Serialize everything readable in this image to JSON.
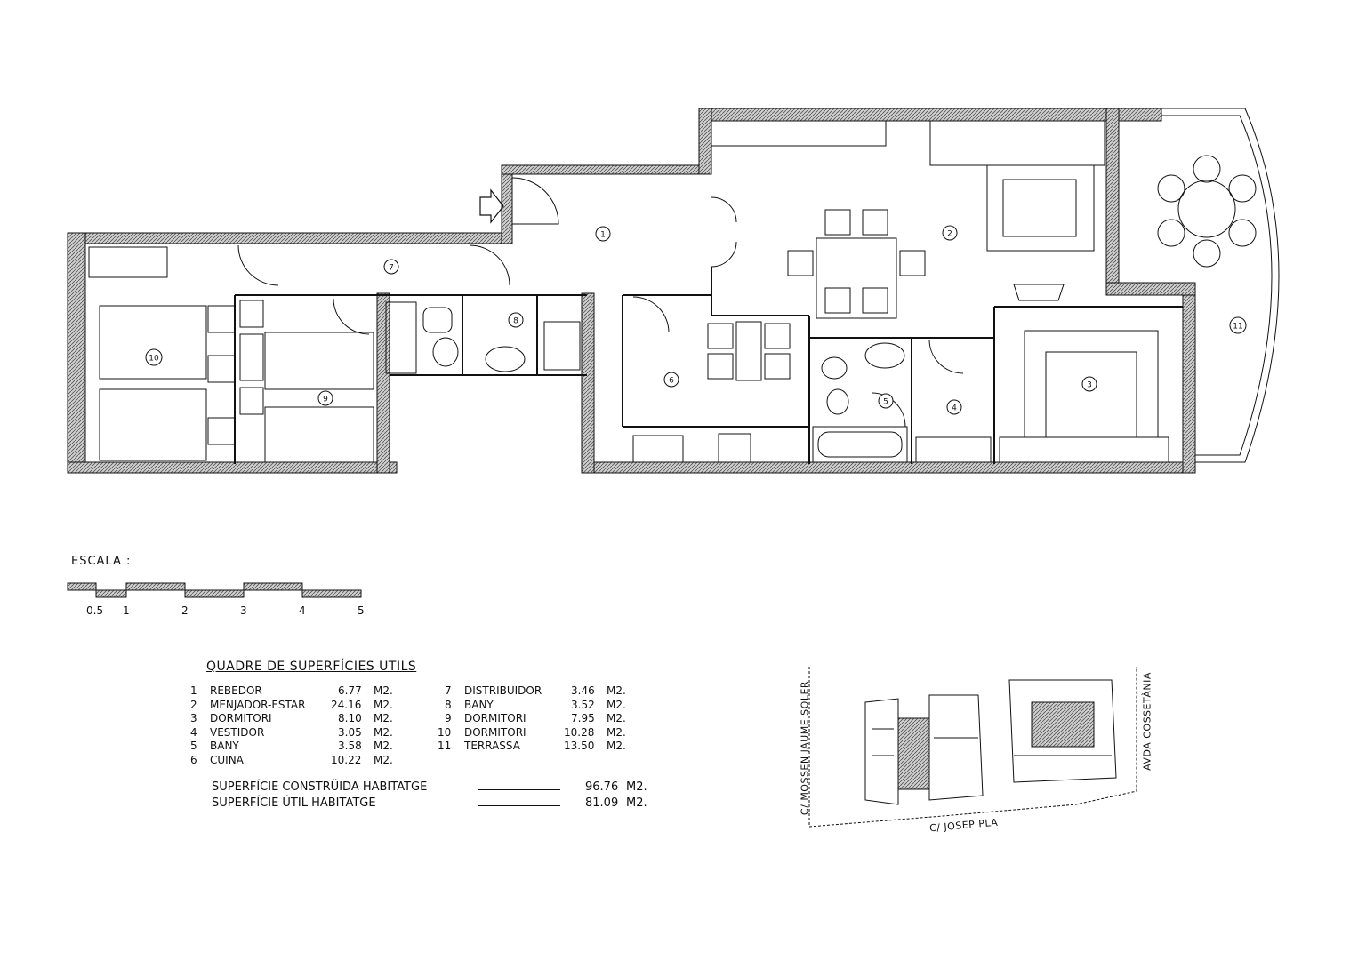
{
  "rooms_on_plan": [
    {
      "n": "1"
    },
    {
      "n": "2"
    },
    {
      "n": "3"
    },
    {
      "n": "4"
    },
    {
      "n": "5"
    },
    {
      "n": "6"
    },
    {
      "n": "7"
    },
    {
      "n": "8"
    },
    {
      "n": "9"
    },
    {
      "n": "10"
    },
    {
      "n": "11"
    }
  ],
  "scale": {
    "title": "ESCALA :",
    "ticks": [
      "0.5",
      "1",
      "2",
      "3",
      "4",
      "5"
    ]
  },
  "table": {
    "title": "QUADRE DE SUPERFÍCIES UTILS",
    "rows": [
      {
        "num": "1",
        "name": "REBEDOR",
        "area": "6.77",
        "unit": "M2."
      },
      {
        "num": "2",
        "name": "MENJADOR-ESTAR",
        "area": "24.16",
        "unit": "M2."
      },
      {
        "num": "3",
        "name": "DORMITORI",
        "area": "8.10",
        "unit": "M2."
      },
      {
        "num": "4",
        "name": "VESTIDOR",
        "area": "3.05",
        "unit": "M2."
      },
      {
        "num": "5",
        "name": "BANY",
        "area": "3.58",
        "unit": "M2."
      },
      {
        "num": "6",
        "name": "CUINA",
        "area": "10.22",
        "unit": "M2."
      },
      {
        "num": "7",
        "name": "DISTRIBUIDOR",
        "area": "3.46",
        "unit": "M2."
      },
      {
        "num": "8",
        "name": "BANY",
        "area": "3.52",
        "unit": "M2."
      },
      {
        "num": "9",
        "name": "DORMITORI",
        "area": "7.95",
        "unit": "M2."
      },
      {
        "num": "10",
        "name": "DORMITORI",
        "area": "10.28",
        "unit": "M2."
      },
      {
        "num": "11",
        "name": "TERRASSA",
        "area": "13.50",
        "unit": "M2."
      }
    ],
    "totals": [
      {
        "label": "SUPERFÍCIE CONSTRÜIDA HABITATGE",
        "area": "96.76",
        "unit": "M2."
      },
      {
        "label": "SUPERFÍCIE ÚTIL HABITATGE",
        "area": "81.09",
        "unit": "M2."
      }
    ]
  },
  "location": {
    "street_left": "C/ MOSSEN JAUME SOLER",
    "street_right": "AVDA COSSETÀNIA",
    "street_bottom": "C/ JOSEP PLA"
  }
}
